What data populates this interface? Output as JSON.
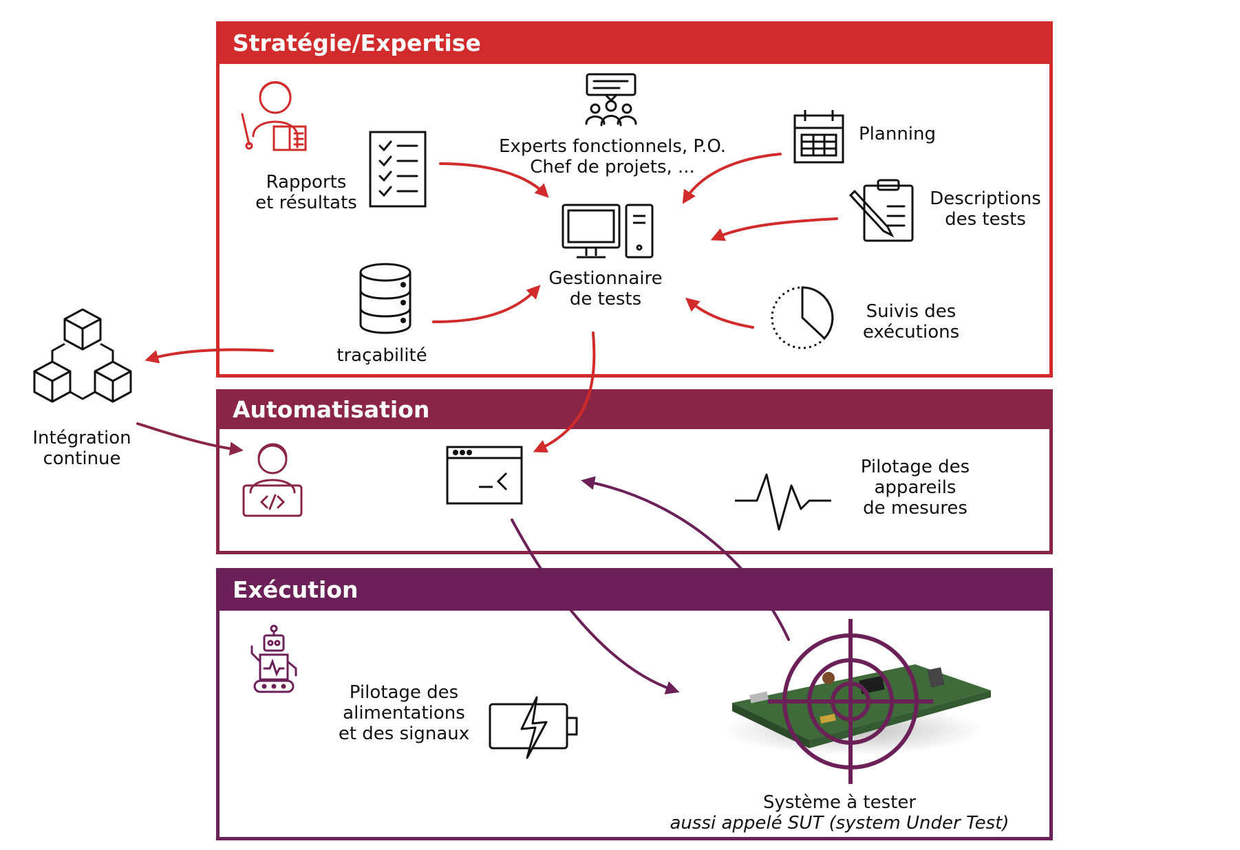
{
  "panels": {
    "strategy": {
      "title": "Stratégie/Expertise",
      "color": "#d12b2b"
    },
    "automation": {
      "title": "Automatisation",
      "color": "#8b2546"
    },
    "execution": {
      "title": "Exécution",
      "color": "#6b2158"
    }
  },
  "labels": {
    "reports": "Rapports\net résultats",
    "experts_line1": "Experts fonctionnels, P.O.",
    "experts_line2": "Chef de projets, ...",
    "planning": "Planning",
    "descriptions": "Descriptions\ndes tests",
    "test_manager": "Gestionnaire\nde tests",
    "traceability": "traçabilité",
    "executions": "Suivis des\nexécutions",
    "ci": "Intégration\ncontinue",
    "instruments": "Pilotage des\nappareils\nde mesures",
    "power": "Pilotage des\nalimentations\net des signaux",
    "sut_title": "Système à tester",
    "sut_subtitle": "aussi appelé SUT (system Under Test)"
  },
  "icons": {
    "teacher": "teacher-icon",
    "checklist": "checklist-icon",
    "meeting": "meeting-icon",
    "calendar": "calendar-icon",
    "clipboard": "clipboard-icon",
    "computer": "computer-icon",
    "database": "database-icon",
    "timer": "timer-icon",
    "blocks": "blocks-icon",
    "developer": "developer-icon",
    "terminal": "terminal-icon",
    "pulse": "pulse-icon",
    "robot": "robot-icon",
    "battery": "battery-icon",
    "target": "target-board-icon"
  },
  "colors": {
    "red": "#d12b2b",
    "wine": "#8b2546",
    "purple": "#6b2158"
  }
}
